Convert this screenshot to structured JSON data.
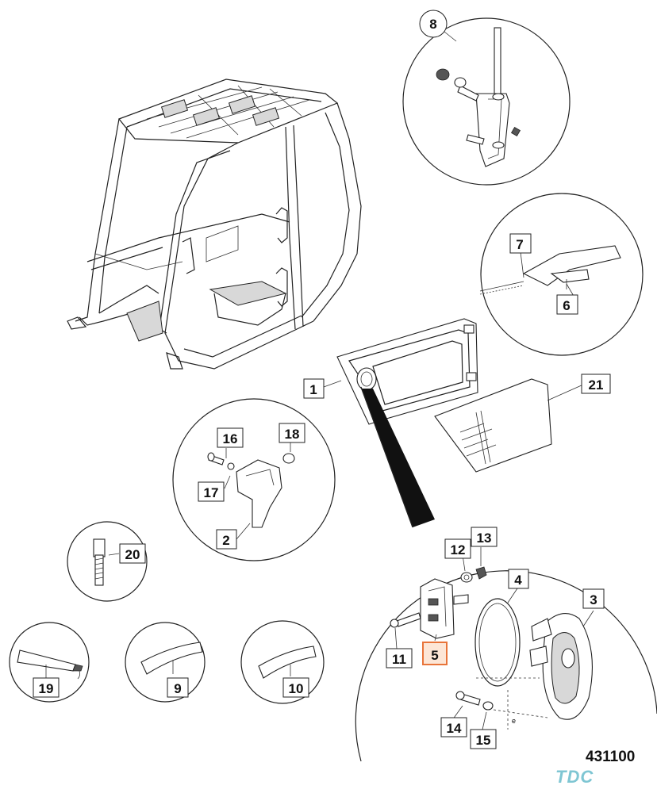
{
  "diagram": {
    "callouts": [
      "1",
      "2",
      "3",
      "4",
      "5",
      "6",
      "7",
      "8",
      "9",
      "10",
      "11",
      "12",
      "13",
      "14",
      "15",
      "16",
      "17",
      "18",
      "19",
      "20",
      "21"
    ],
    "highlighted_callout": "5",
    "drawing_number": "431100",
    "watermark": "TDC"
  }
}
